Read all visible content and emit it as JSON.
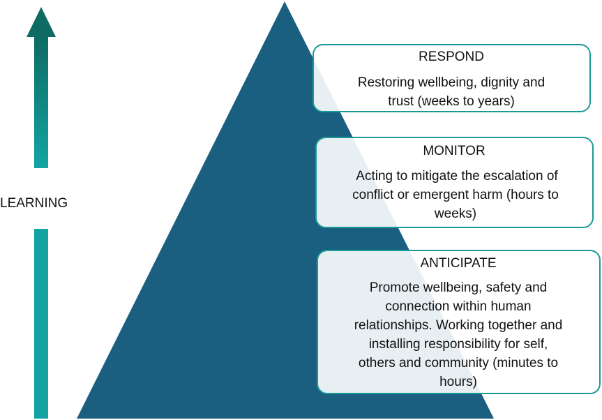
{
  "learning_label": "LEARNING",
  "colors": {
    "pyramid": "#1b5f80",
    "box_border": "#1a9a96",
    "box_fill": "#ffffff",
    "arrow_top": "#0e6b63",
    "arrow_bottom": "#12a4a3"
  },
  "levels": [
    {
      "title": "RESPOND",
      "lines": [
        "Restoring wellbeing, dignity and",
        "trust (weeks to years)"
      ]
    },
    {
      "title": "MONITOR",
      "lines": [
        "Acting to mitigate the escalation of",
        "conflict or emergent harm (hours to",
        "weeks)"
      ]
    },
    {
      "title": "ANTICIPATE",
      "lines": [
        "Promote wellbeing, safety and",
        "connection within human",
        "relationships. Working together and",
        "installing responsibility for self,",
        "others and community (minutes to",
        "hours)"
      ]
    }
  ]
}
